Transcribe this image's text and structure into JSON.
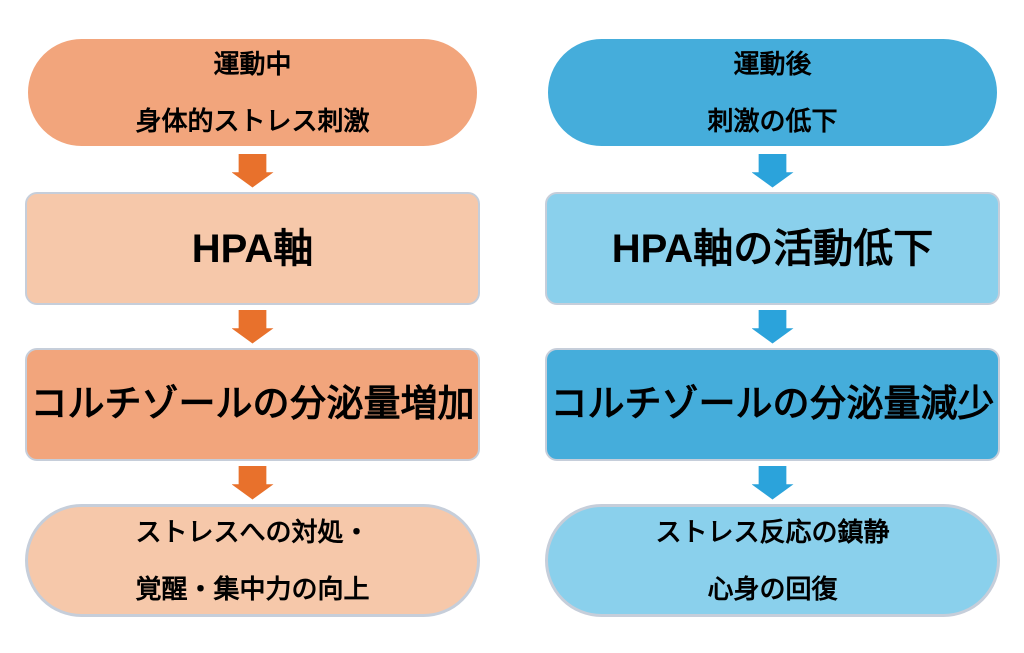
{
  "theme": {
    "background": "#FFFFFF",
    "text": "#000000",
    "box_border": "#C6CEDA",
    "orange": {
      "dark": "#F2A57C",
      "light": "#F6C8AA",
      "arrow": "#E8712C"
    },
    "blue": {
      "dark": "#45ADDB",
      "light": "#8AD0EC",
      "arrow": "#2BA3DB"
    }
  },
  "columns": [
    {
      "name": "during-exercise",
      "accent": "orange",
      "nodes": [
        {
          "shape": "pill",
          "lines": [
            "運動中",
            "身体的ストレス刺激"
          ]
        },
        {
          "shape": "rounded-box",
          "lines": [
            "HPA軸"
          ]
        },
        {
          "shape": "rounded-box",
          "lines": [
            "コルチゾールの分泌量増加"
          ]
        },
        {
          "shape": "pill",
          "lines": [
            "ストレスへの対処・",
            "覚醒・集中力の向上"
          ]
        }
      ],
      "arrows": [
        "down",
        "down",
        "down"
      ]
    },
    {
      "name": "after-exercise",
      "accent": "blue",
      "nodes": [
        {
          "shape": "pill",
          "lines": [
            "運動後",
            "刺激の低下"
          ]
        },
        {
          "shape": "rounded-box",
          "lines": [
            "HPA軸の活動低下"
          ]
        },
        {
          "shape": "rounded-box",
          "lines": [
            "コルチゾールの分泌量減少"
          ]
        },
        {
          "shape": "pill",
          "lines": [
            "ストレス反応の鎮静",
            "心身の回復"
          ]
        }
      ],
      "arrows": [
        "down",
        "down",
        "down"
      ]
    }
  ]
}
